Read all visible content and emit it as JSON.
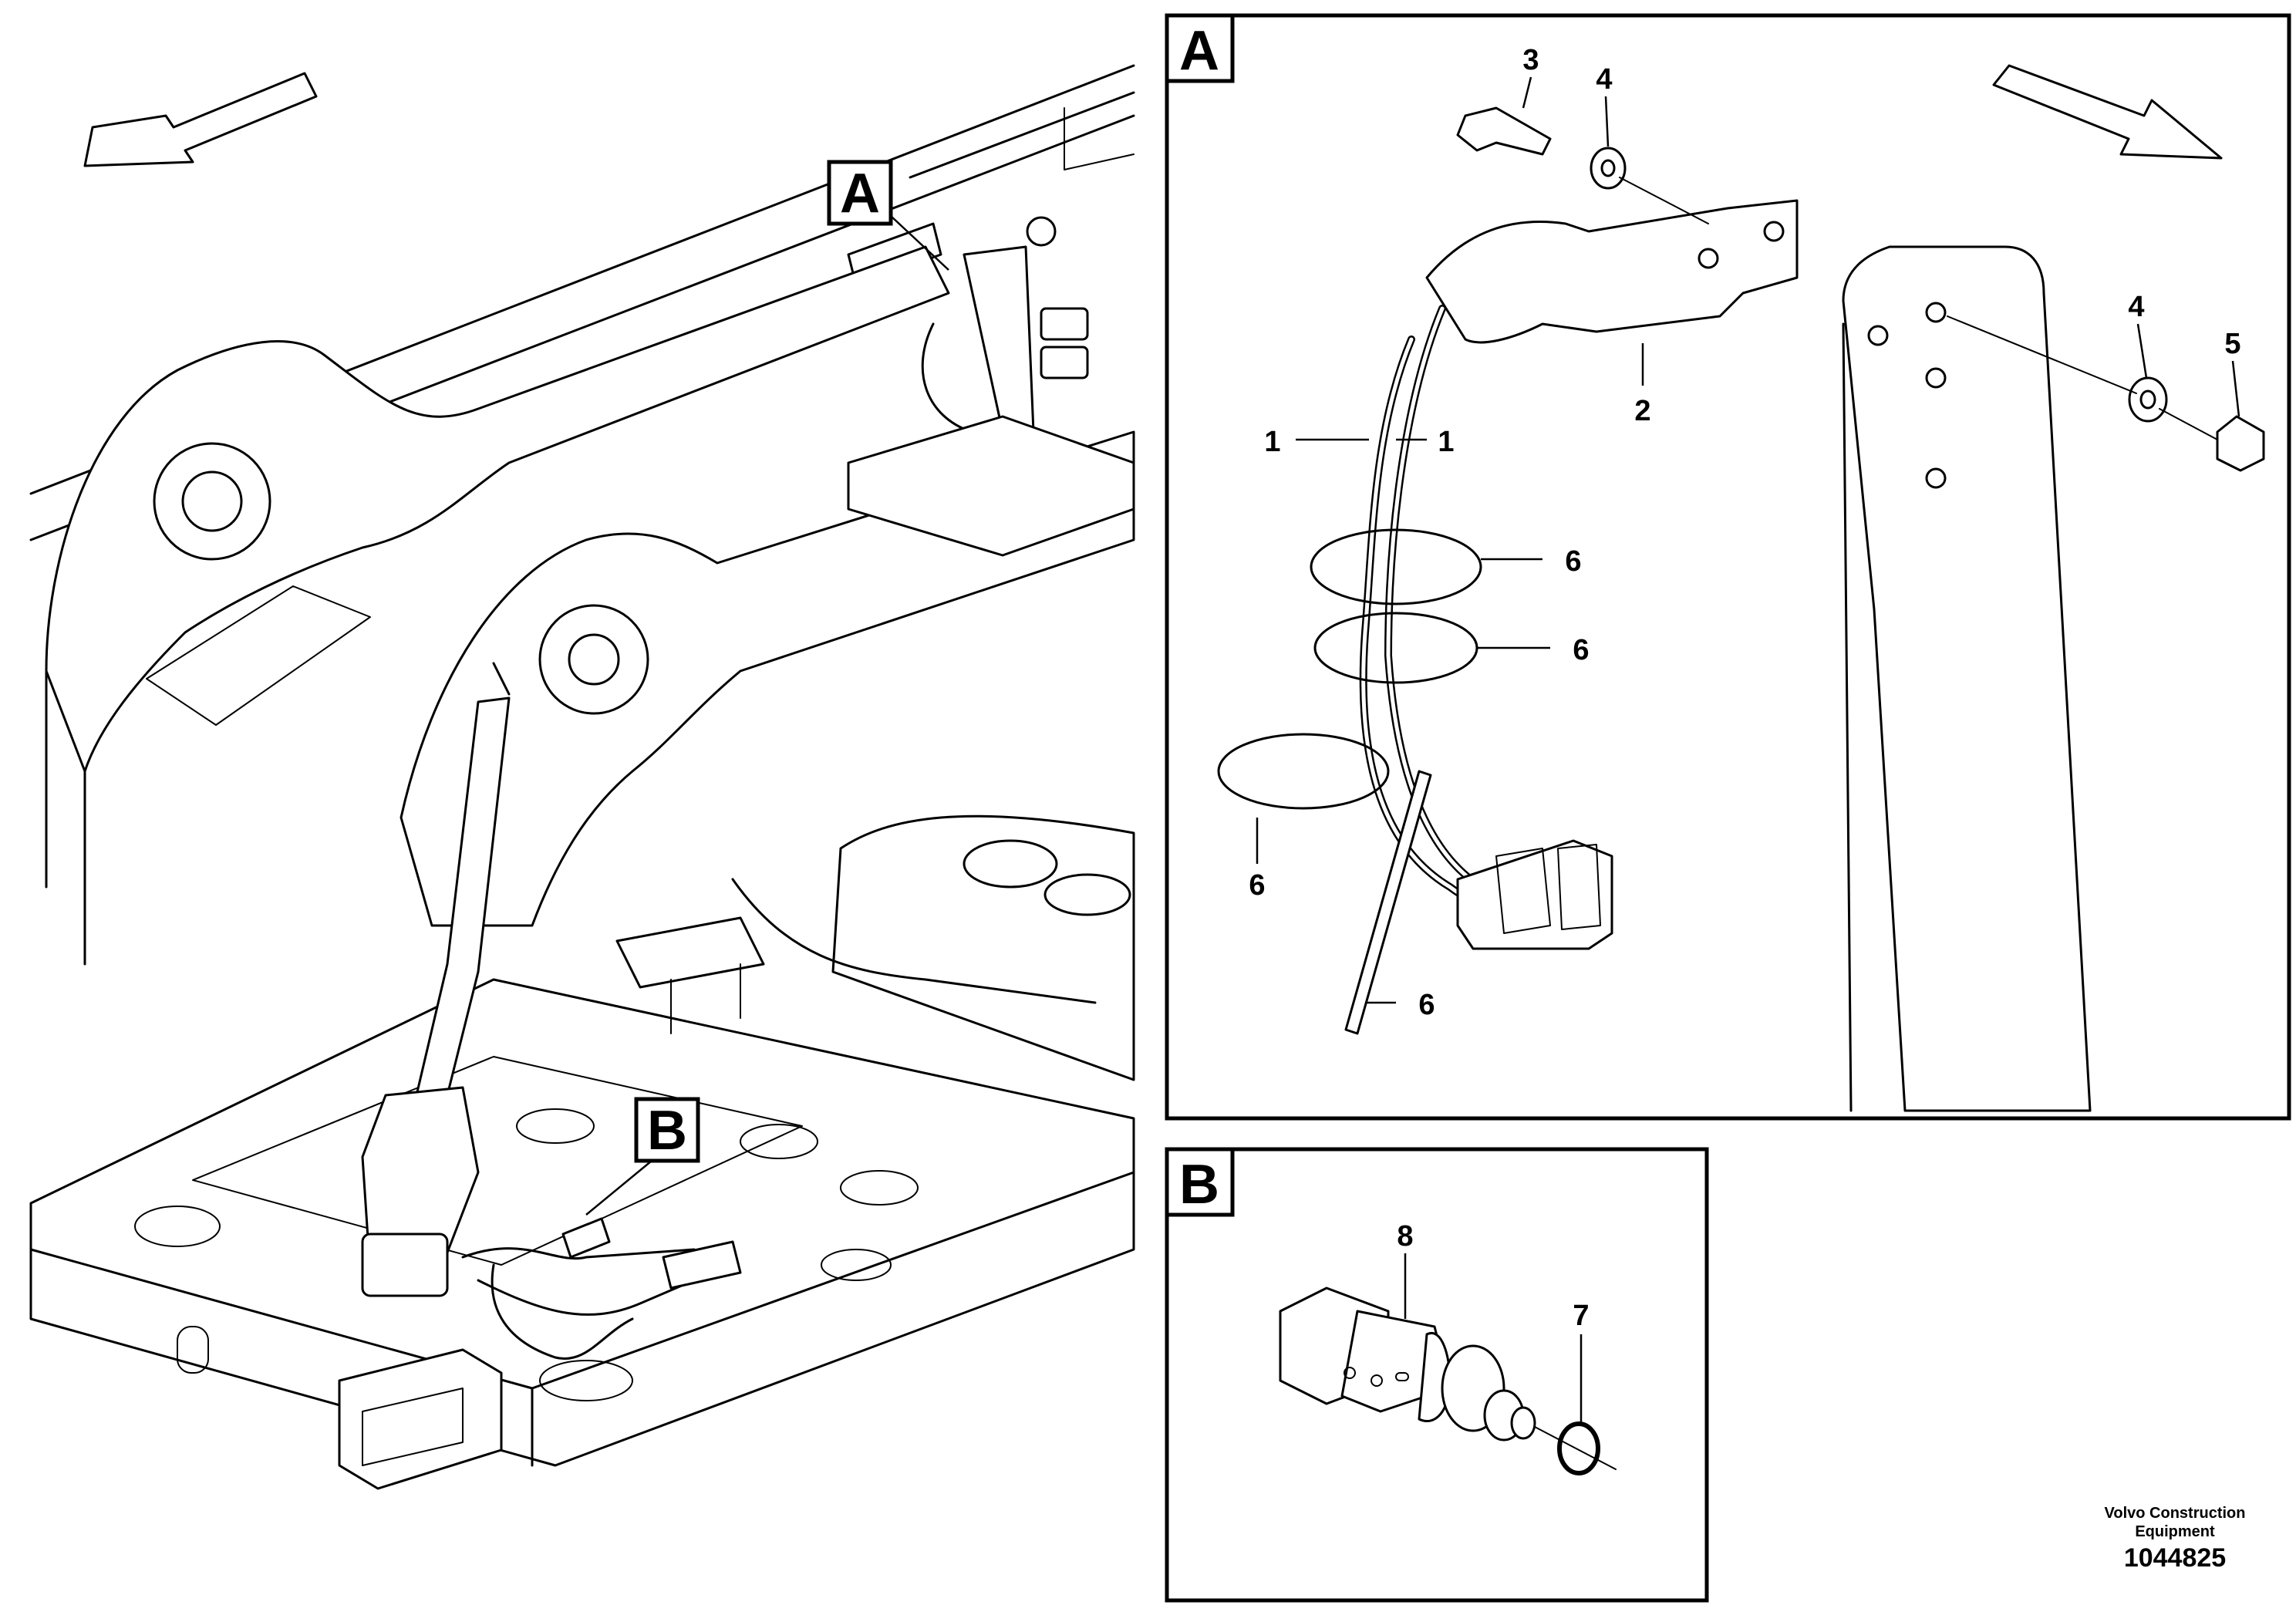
{
  "overview": {
    "callout_a": "A",
    "callout_b": "B"
  },
  "detail_a": {
    "tag": "A",
    "labels": {
      "hose_left": "1",
      "hose_right": "1",
      "bracket": "2",
      "screw": "3",
      "washer_top": "4",
      "washer_right": "4",
      "nut": "5",
      "tie_1": "6",
      "tie_2": "6",
      "tie_3": "6",
      "tie_4": "6"
    }
  },
  "detail_b": {
    "tag": "B",
    "labels": {
      "sensor": "8",
      "o_ring": "7"
    }
  },
  "footer": {
    "brand_line1": "Volvo Construction",
    "brand_line2": "Equipment",
    "drawing_number": "1044825"
  }
}
